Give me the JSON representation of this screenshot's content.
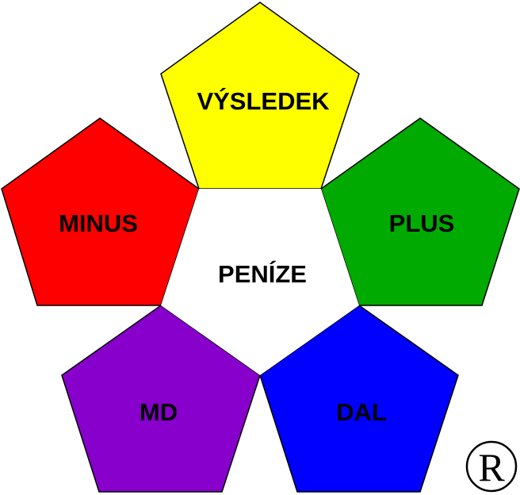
{
  "center": {
    "label": "PENÍZE"
  },
  "petals": [
    {
      "id": "vysledek",
      "label": "VÝSLEDEK",
      "color": "#FFFF00"
    },
    {
      "id": "minus",
      "label": "MINUS",
      "color": "#FF0000"
    },
    {
      "id": "plus",
      "label": "PLUS",
      "color": "#00AA00"
    },
    {
      "id": "md",
      "label": "MD",
      "color": "#8800CC"
    },
    {
      "id": "dal",
      "label": "DAL",
      "color": "#0000FF"
    }
  ],
  "registered_mark": {
    "letter": "R"
  }
}
